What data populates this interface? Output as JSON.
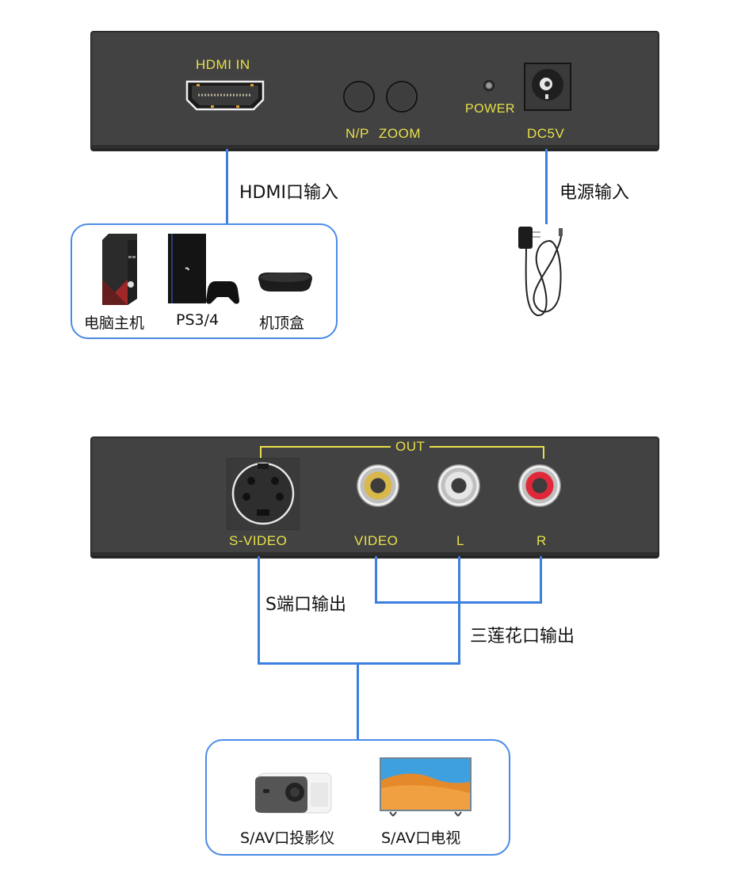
{
  "top_panel": {
    "hdmi_in_label": "HDMI IN",
    "np_label": "N/P",
    "zoom_label": "ZOOM",
    "power_label": "POWER",
    "dc_label": "DC5V"
  },
  "top_connections": {
    "hdmi_input_caption": "HDMI口输入",
    "power_input_caption": "电源输入"
  },
  "sources": {
    "items": [
      {
        "icon": "desktop-pc-icon",
        "label": "电脑主机"
      },
      {
        "icon": "game-console-icon",
        "label": "PS3/4"
      },
      {
        "icon": "set-top-box-icon",
        "label": "机顶盒"
      }
    ]
  },
  "bottom_panel": {
    "out_label": "OUT",
    "svideo_label": "S-VIDEO",
    "video_label": "VIDEO",
    "left_label": "L",
    "right_label": "R"
  },
  "bottom_connections": {
    "s_output_caption": "S端口输出",
    "rca_output_caption": "三莲花口输出"
  },
  "outputs": {
    "items": [
      {
        "icon": "projector-icon",
        "label": "S/AV口投影仪"
      },
      {
        "icon": "tv-icon",
        "label": "S/AV口电视"
      }
    ]
  },
  "colors": {
    "panel": "#424242",
    "label_yellow": "#e8e04a",
    "connector_line": "#3b7fe0",
    "rca_video": "#d8b84a",
    "rca_left": "#e6e6e6",
    "rca_right": "#e0283a"
  }
}
